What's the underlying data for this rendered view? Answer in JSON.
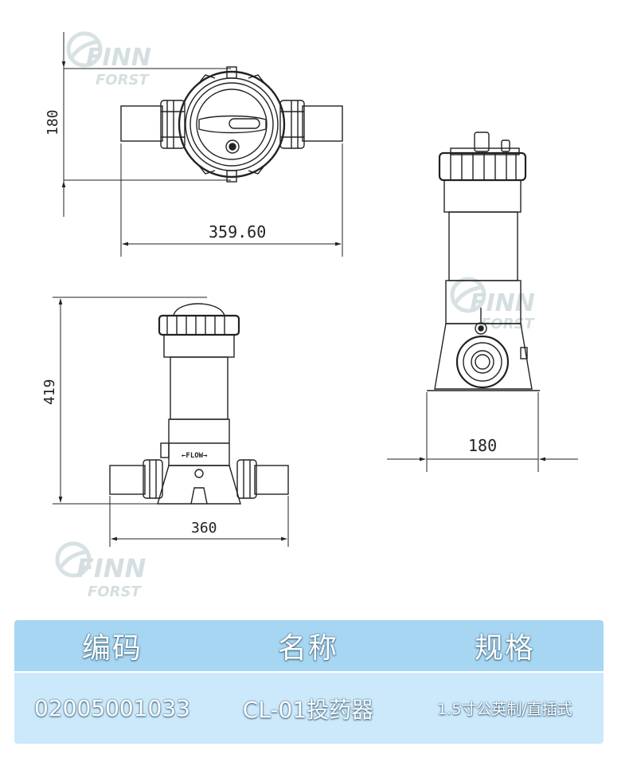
{
  "watermark": {
    "line1": "FINN",
    "line2": "FORST"
  },
  "dimensions": {
    "top_height": "180",
    "top_width": "359.60",
    "front_height": "419",
    "front_width": "360",
    "side_width": "180",
    "flow_label": "←FLOW→"
  },
  "table": {
    "headers": [
      "编码",
      "名称",
      "规格"
    ],
    "values": [
      "02005001033",
      "CL-01投药器",
      "1.5寸公英制/直插式"
    ]
  }
}
